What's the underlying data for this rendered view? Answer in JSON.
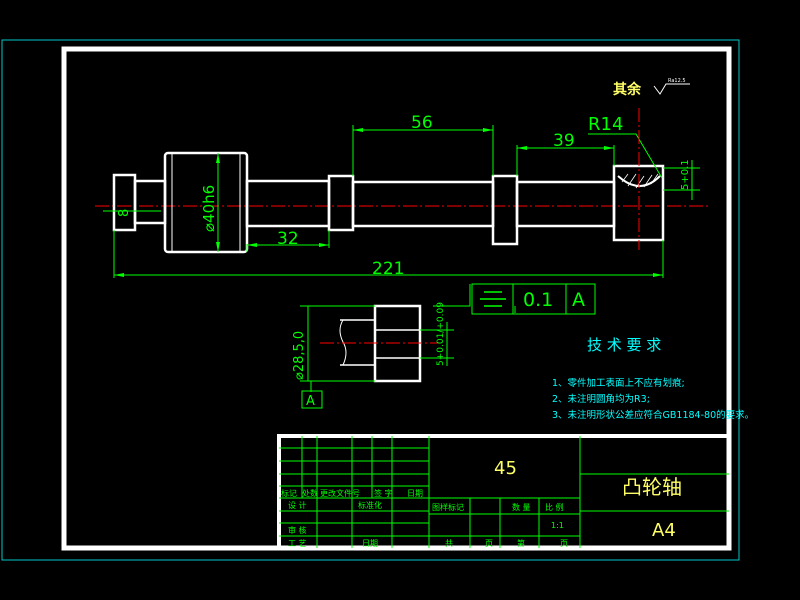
{
  "colors": {
    "background": "#000000",
    "outline": "#ffffff",
    "dimension": "#00ff00",
    "centerline": "#ff0000",
    "frame": "#00c8c8",
    "annotation": "#00ffff",
    "roughness_label": "#ffffff"
  },
  "roughness_note": {
    "label": "其余",
    "value": "Ra12.5"
  },
  "dimensions": {
    "d56": "56",
    "r14": "R14",
    "d39": "39",
    "d32": "32",
    "d221": "221",
    "d40h6": "⌀40h6",
    "d8": "8",
    "d5": "5+0.1",
    "d28": "⌀28,5,0",
    "d5b": "5+0.01/+0.09"
  },
  "datum": {
    "symbol": "⌯",
    "tolerance": "0.1",
    "reference": "A",
    "label": "A"
  },
  "technical_requirements": {
    "title": "技 术 要 求",
    "items": [
      "1、零件加工表面上不应有划痕;",
      "2、未注明圆角均为R3;",
      "3、未注明形状公差应符合GB1184-80的要求。"
    ]
  },
  "title_block": {
    "material": "45",
    "part_name": "凸轮轴",
    "sheet_size": "A4",
    "scale": "1:1",
    "h_mark": "标记",
    "h_count": "处数",
    "h_doc": "更改文件号",
    "h_sign": "签 字",
    "h_date": "日期",
    "h_design": "设 计",
    "h_std": "标准化",
    "h_review": "审 核",
    "h_craft": "工 艺",
    "h_date2": "日期",
    "h_stage": "图样标记",
    "h_qty": "数 量",
    "h_ratio": "比 例",
    "h_total": "共",
    "h_page": "页",
    "h_no": "第",
    "h_page2": "页"
  }
}
